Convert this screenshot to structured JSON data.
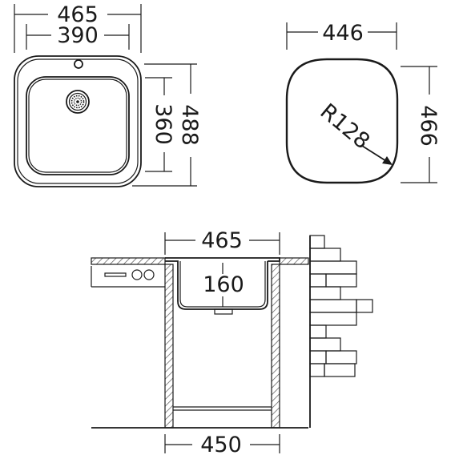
{
  "top_view": {
    "outer_width": "465",
    "inner_width": "390",
    "outer_height": "488",
    "inner_height": "360"
  },
  "cutout_view": {
    "width": "446",
    "height": "466",
    "corner_radius": "R128"
  },
  "section_view": {
    "sink_width": "465",
    "bowl_depth": "160",
    "cabinet_width": "450"
  },
  "colors": {
    "line": "#1a1a1a",
    "hatch": "#777777",
    "background": "#ffffff"
  },
  "icons": {
    "drain": "drain-strainer-icon",
    "tap_hole": "tap-hole-icon",
    "arrow": "arrowhead-icon",
    "brick_wall": "brick-wall-icon",
    "countertop": "countertop-hatch-icon",
    "appliance_knobs": "control-knobs-icon"
  }
}
